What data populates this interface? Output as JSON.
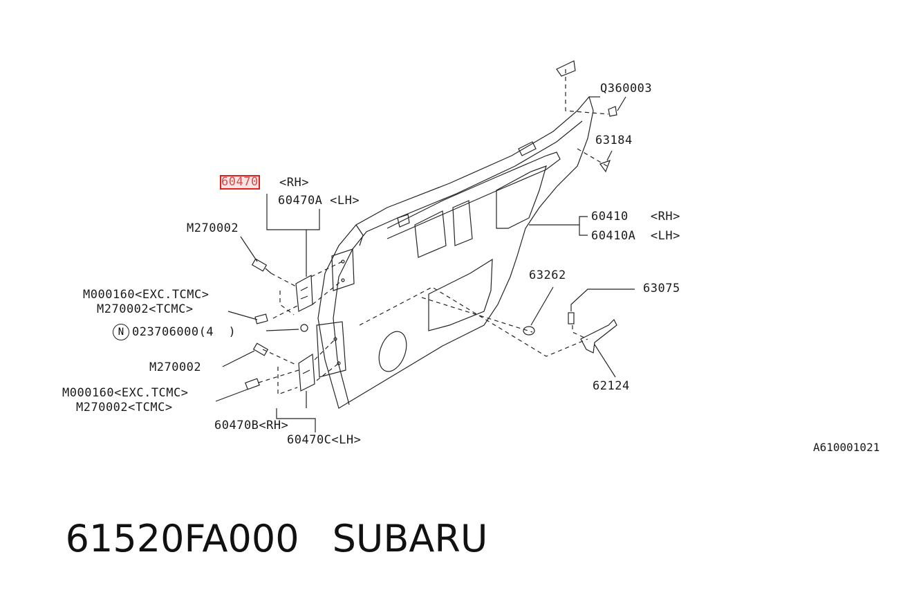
{
  "labels": {
    "q360003": "Q360003",
    "p63184": "63184",
    "p60470": "60470",
    "rh_1": "<RH>",
    "p60470a_lh": "60470A <LH>",
    "m270002_top": "M270002",
    "p60410_rh": "60410   <RH>",
    "p60410a_lh": "60410A  <LH>",
    "m000160_exc_1": "M000160<EXC.TCMC>",
    "m270002_tcmc_1": "M270002<TCMC>",
    "n_symbol": "N",
    "p023706000": "023706000(4  )",
    "p63262": "63262",
    "p63075": "63075",
    "m270002_mid": "M270002",
    "p62124": "62124",
    "m000160_exc_2": "M000160<EXC.TCMC>",
    "m270002_tcmc_2": "M270002<TCMC>",
    "p60470b_rh": "60470B<RH>",
    "p60470c_lh": "60470C<LH>"
  },
  "diagram_code": "A610001021",
  "footer": {
    "part_number": "61520FA000",
    "brand": "SUBARU"
  },
  "highlight_color": "#e02020"
}
